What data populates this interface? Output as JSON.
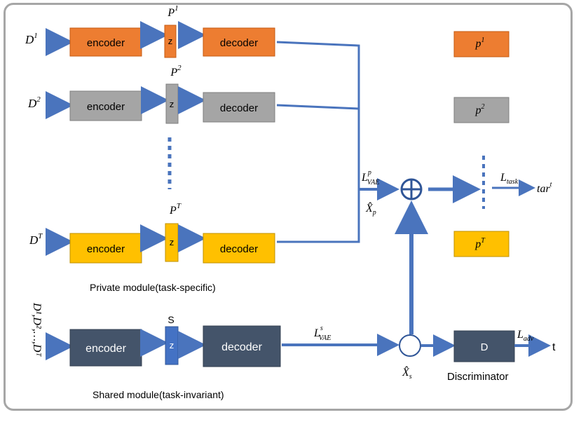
{
  "colors": {
    "orange": "#ed7d31",
    "gray": "#a5a5a5",
    "yellow": "#ffc000",
    "dark": "#44546a",
    "blue": "#4472c4",
    "arrow": "#4a74bd"
  },
  "private_rows": [
    {
      "input_base": "D",
      "input_sup": "1",
      "encoder": "encoder",
      "z": "z",
      "p_base": "P",
      "p_sup": "1",
      "decoder": "decoder",
      "box_base": "p",
      "box_sup": "1",
      "color": "orange"
    },
    {
      "input_base": "D",
      "input_sup": "2",
      "encoder": "encoder",
      "z": "z",
      "p_base": "P",
      "p_sup": "2",
      "decoder": "decoder",
      "box_base": "p",
      "box_sup": "2",
      "color": "gray"
    },
    {
      "input_base": "D",
      "input_sup": "T",
      "encoder": "encoder",
      "z": "z",
      "p_base": "P",
      "p_sup": "T",
      "decoder": "decoder",
      "box_base": "p",
      "box_sup": "T",
      "color": "yellow"
    }
  ],
  "private_caption": "Private module(task-specific)",
  "shared": {
    "input": "D¹,D²,…,Dᵀ",
    "encoder": "encoder",
    "z": "z",
    "s_label": "S",
    "decoder": "decoder",
    "caption": "Shared module(task-invariant)"
  },
  "labels": {
    "l_vae_p_base": "L",
    "l_vae_p_sup": "p",
    "l_vae_p_sub": "VAE",
    "x_hat_p_base": "X̂",
    "x_hat_p_sub": "p",
    "l_vae_s_base": "L",
    "l_vae_s_sup": "s",
    "l_vae_s_sub": "VAE",
    "x_hat_s_base": "X̂",
    "x_hat_s_sub": "s",
    "l_task_base": "L",
    "l_task_sub": "task",
    "tar_base": "tar",
    "tar_sup": "t",
    "discriminator_box": "D",
    "discriminator_caption": "Discriminator",
    "l_adv_base": "L",
    "l_adv_sub": "adv",
    "t_output": "t",
    "plus_symbol": "+"
  }
}
